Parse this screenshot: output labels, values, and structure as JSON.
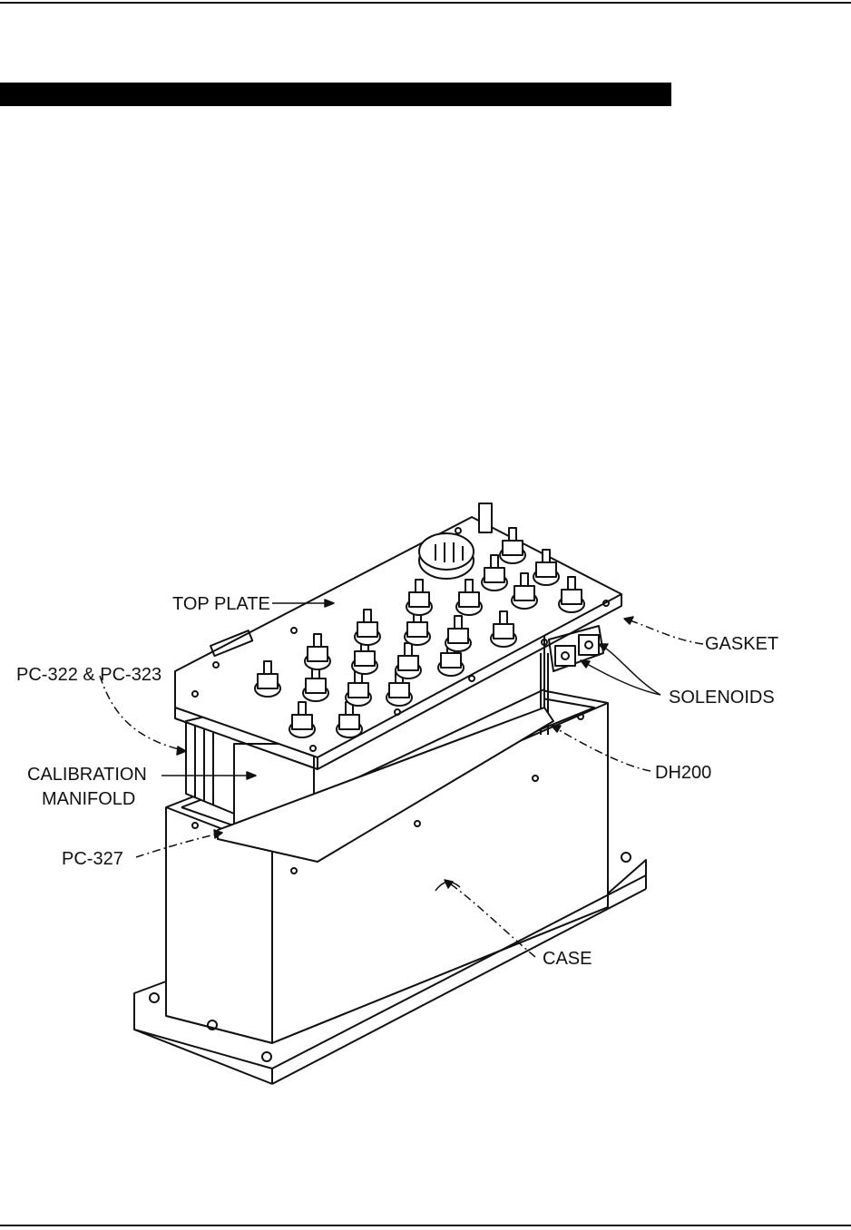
{
  "page": {
    "labels": {
      "top_plate": "TOP PLATE",
      "gasket": "GASKET",
      "pc322_323": "PC-322 & PC-323",
      "solenoids": "SOLENOIDS",
      "calibration_line1": "CALIBRATION",
      "calibration_line2": "MANIFOLD",
      "dh200": "DH200",
      "pc327": "PC-327",
      "case": "CASE"
    }
  }
}
